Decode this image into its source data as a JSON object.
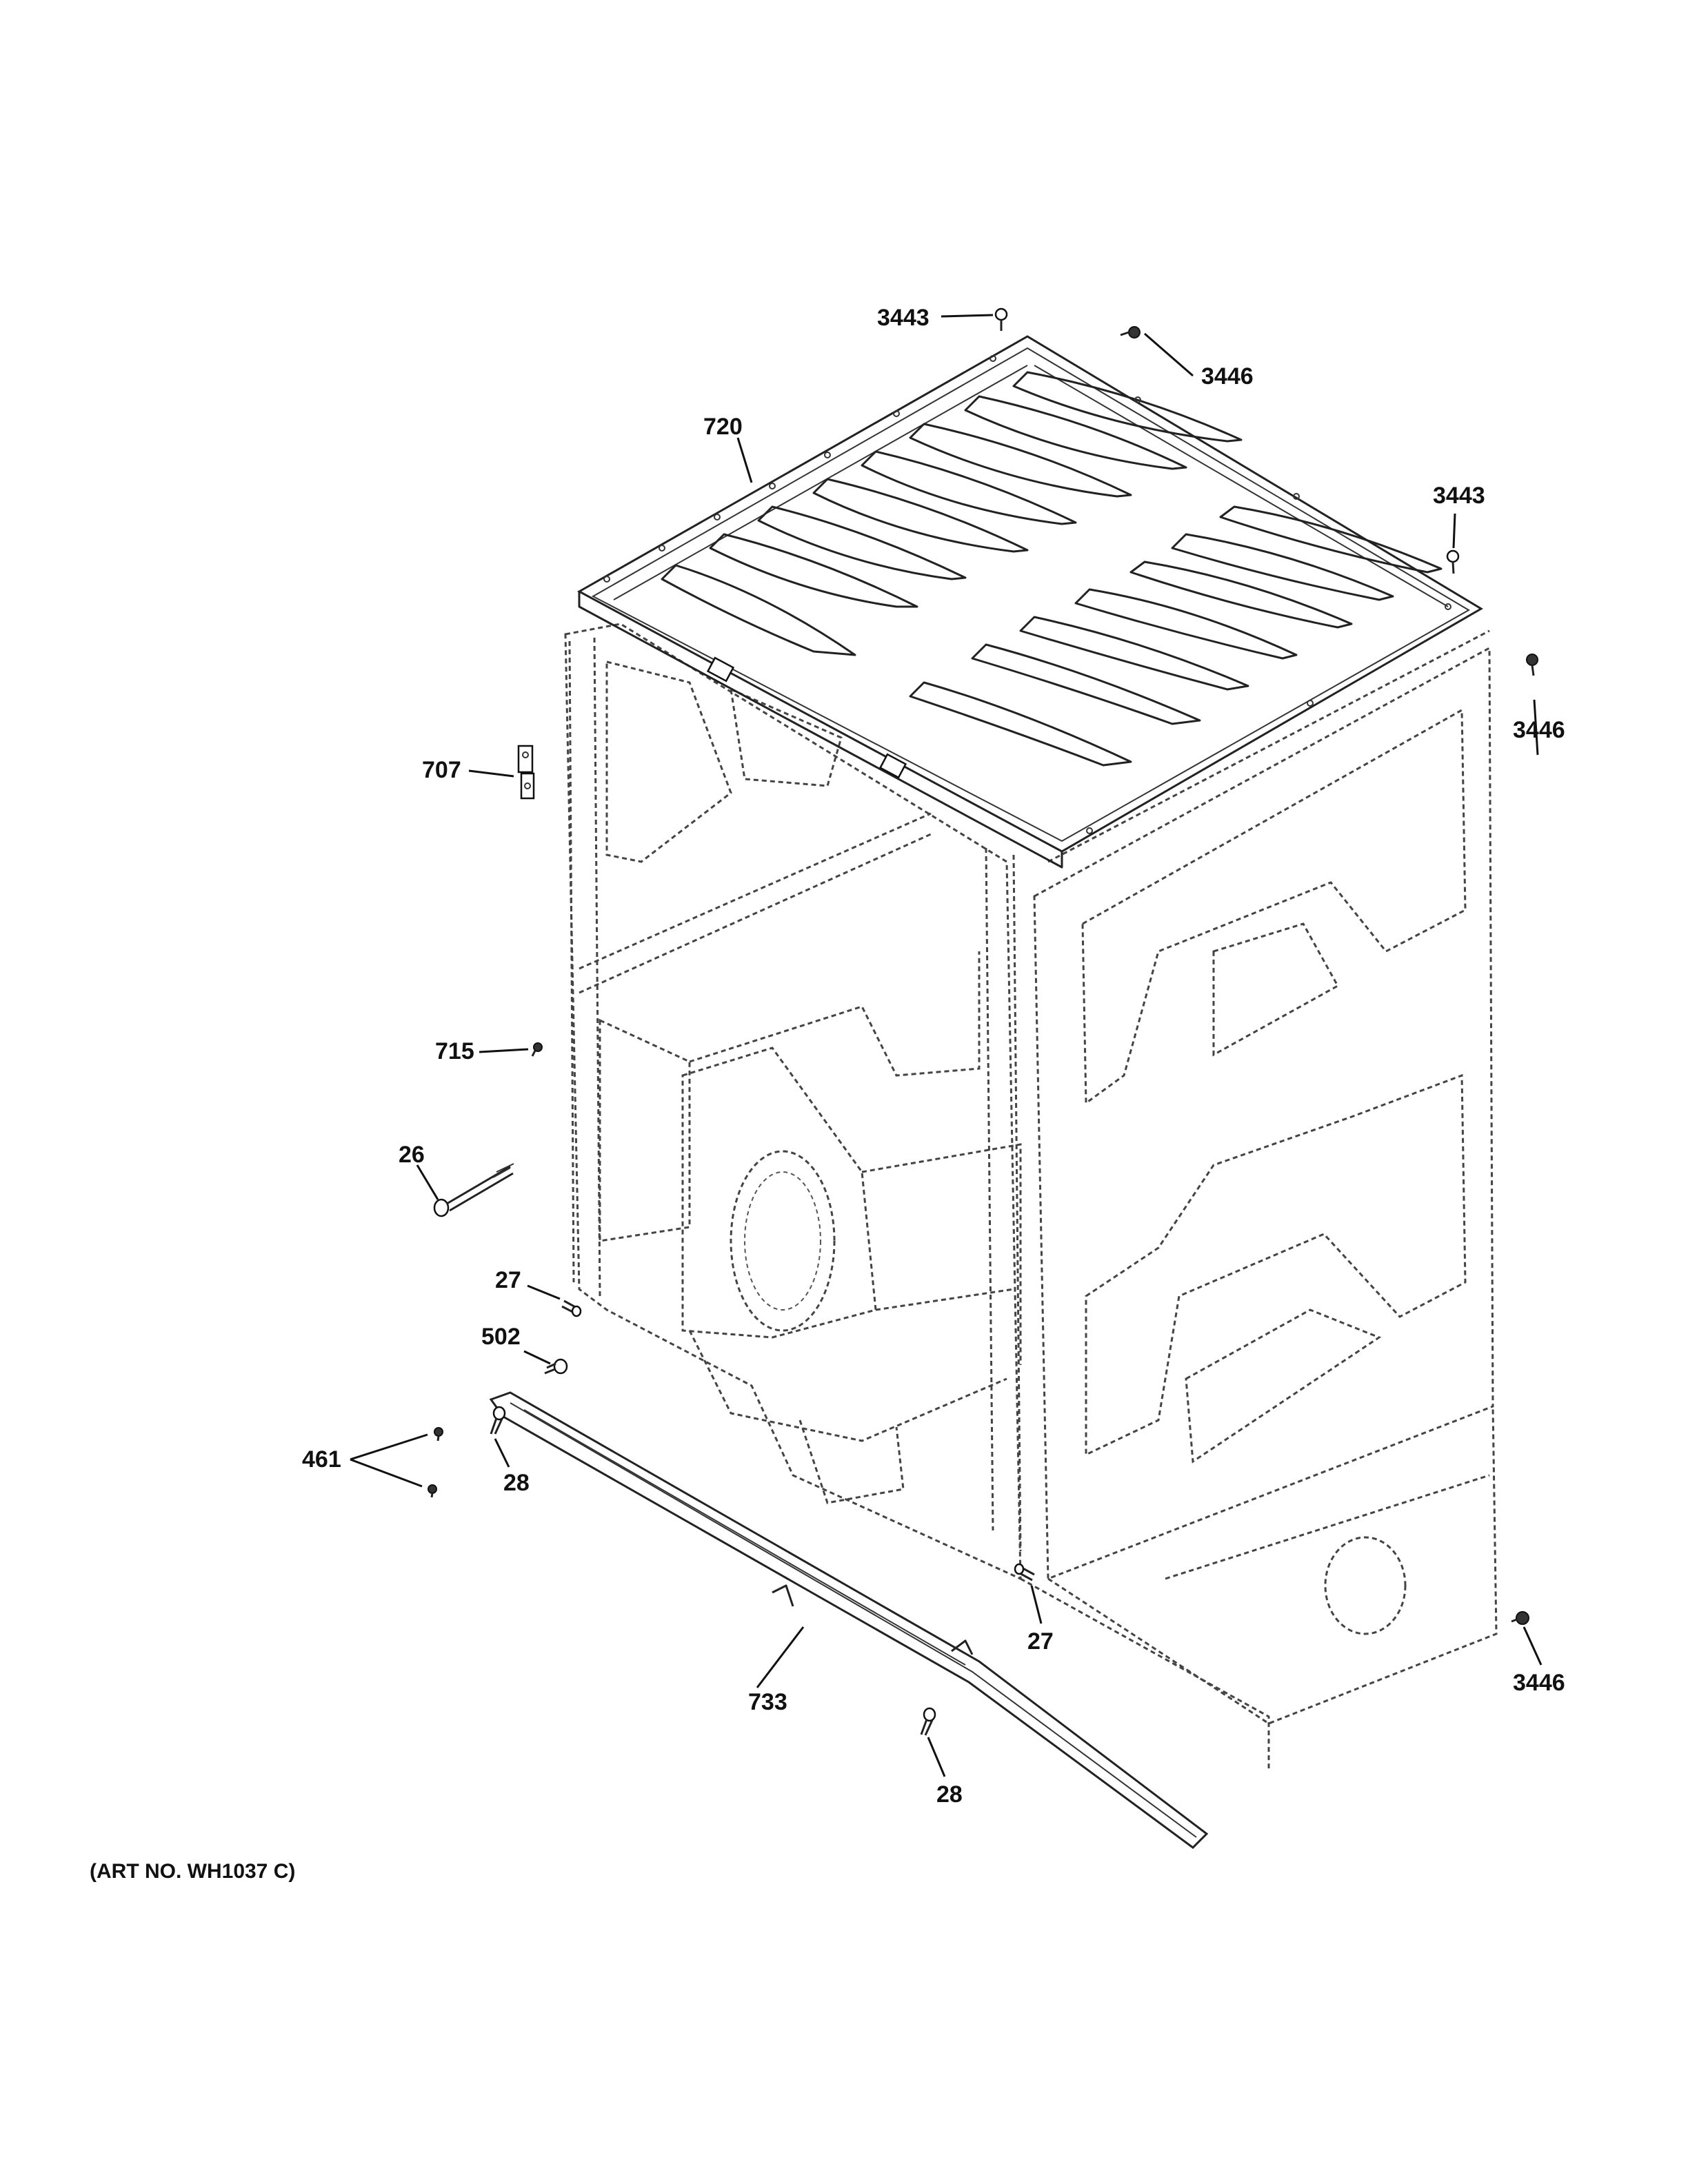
{
  "art_number": "(ART NO. WH1037 C)",
  "callouts": {
    "c3443_top": "3443",
    "c3446_top": "3446",
    "c720": "720",
    "c3443_right": "3443",
    "c3446_right": "3446",
    "c707": "707",
    "c715": "715",
    "c26": "26",
    "c27_left": "27",
    "c502": "502",
    "c461": "461",
    "c28_left": "28",
    "c27_right": "27",
    "c3446_bottom": "3446",
    "c733": "733",
    "c28_bottom": "28"
  }
}
